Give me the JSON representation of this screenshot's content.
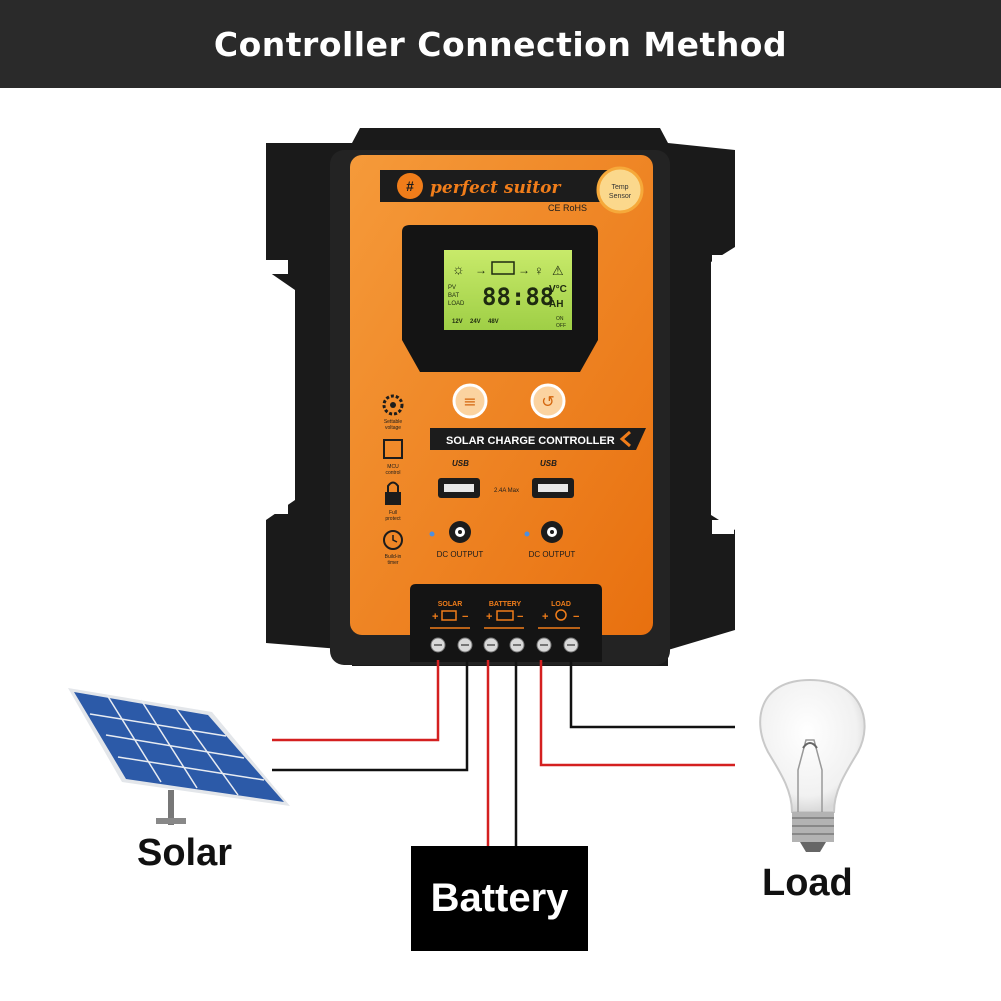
{
  "header": {
    "title": "Controller Connection Method"
  },
  "controller": {
    "brand": "perfect suitor",
    "certs": "CE RoHS",
    "temp_sensor": [
      "Temp",
      "Sensor"
    ],
    "lcd": {
      "row_labels": [
        "PV",
        "BAT",
        "LOAD"
      ],
      "digits": "88:88",
      "units": [
        "V°C",
        "AH"
      ],
      "voltages": [
        "12V",
        "24V",
        "48V"
      ],
      "onoff": [
        "ON",
        "OFF"
      ]
    },
    "panel_title": "SOLAR CHARGE CONTROLLER",
    "usb_label": "USB",
    "usb_max": "2.4A Max",
    "dc_output": "DC OUTPUT",
    "features": [
      {
        "icon": "gear-icon",
        "label": [
          "Settable",
          "voltage"
        ]
      },
      {
        "icon": "chip-icon",
        "label": [
          "MCU",
          "control"
        ]
      },
      {
        "icon": "lock-icon",
        "label": [
          "Full",
          "protect"
        ]
      },
      {
        "icon": "clock-icon",
        "label": [
          "Build-in",
          "timer"
        ]
      }
    ],
    "terminals": [
      "SOLAR",
      "BATTERY",
      "LOAD"
    ]
  },
  "labels": {
    "solar": "Solar",
    "battery": "Battery",
    "load": "Load"
  },
  "colors": {
    "orange": "#f07d1a",
    "wire_red": "#d42020",
    "wire_black": "#111111",
    "header_bg": "#2a2a2a",
    "lcd_green": "#b6de5a",
    "solar_cell": "#2c5aa8"
  }
}
